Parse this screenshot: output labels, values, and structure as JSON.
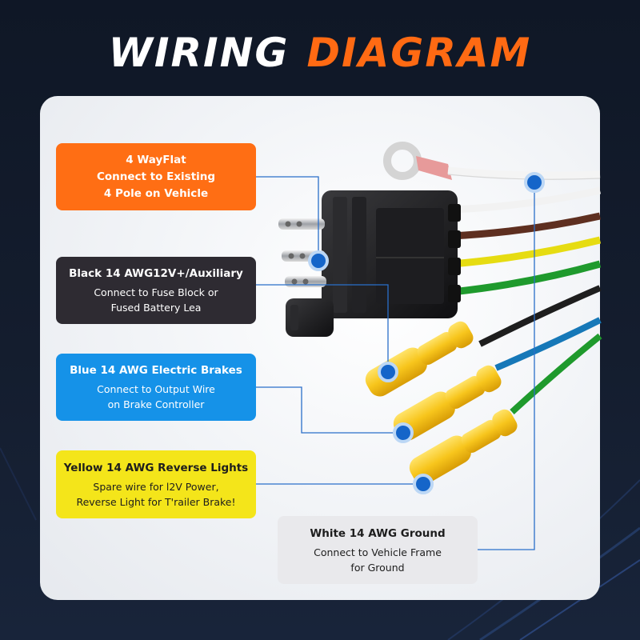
{
  "title": {
    "word1": "WIRING",
    "word2": "DIAGRAM"
  },
  "colors": {
    "background": "#141d2e",
    "title_accent": "#ff6a13",
    "box_orange": "#ff6e14",
    "box_black": "#2e2b32",
    "box_blue": "#1592e8",
    "box_yellow": "#f4e51a",
    "box_white": "#e9e9ec",
    "connector_dot": "#1565c9"
  },
  "callouts": {
    "four_way": {
      "lines": [
        "4 WayFlat",
        "Connect to Existing",
        "4 Pole on Vehicle"
      ]
    },
    "black": {
      "heading": "Black 14 AWG12V+/Auxiliary",
      "lines": [
        "Connect to Fuse Block or",
        "Fused Battery Lea"
      ]
    },
    "blue": {
      "heading": "Blue 14 AWG Electric Brakes",
      "lines": [
        "Connect to Output Wire",
        "on Brake Controller"
      ]
    },
    "yellow": {
      "heading": "Yellow 14 AWG Reverse Lights",
      "lines": [
        "Spare wire for l2V Power,",
        "Reverse Light for T'railer Brake!"
      ]
    },
    "white": {
      "heading": "White 14 AWG Ground",
      "lines": [
        "Connect to Vehicle Frame",
        "for Ground"
      ]
    }
  }
}
